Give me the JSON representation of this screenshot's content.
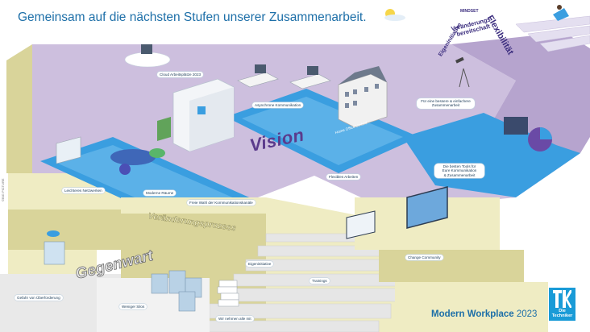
{
  "title": "Gemeinsam auf die nächsten Stufen unserer Zusammenarbeit.",
  "big_labels": {
    "vision": "Vision",
    "gegenwart": "Gegenwart",
    "prozess": "Veränderungsprozess"
  },
  "mindset": {
    "eigeninitiative": "Eigeninitiative",
    "mindset": "MINDSET",
    "bereitschaft_1": "Veränderungs-",
    "bereitschaft_2": "bereitschaft",
    "flexibilitaet": "Flexibilität"
  },
  "labels": {
    "cloud": "Cloud Arbeitsplätze 2023",
    "asynchron": "Asynchrone Kommunikation",
    "home_office": "Home Office Umfeld",
    "bessere_1": "Für eine bessere & einfachere",
    "bessere_2": "Zusammenarbeit",
    "netzwerken": "Leichteres Netzwerken",
    "raeume": "Moderne Räume",
    "kanaele": "Freie Wahl der Kommunikationskanäle",
    "flexibel": "Flexibles Arbeiten",
    "tools_1": "Die besten Tools für",
    "tools_2": "Eure Kommunikation",
    "tools_3": "& Zusammenarbeit",
    "eigeninitiative": "Eigeninitiative",
    "trainings": "Trainings",
    "change": "Change Community",
    "ueberforderung": "Gefahr von Überforderung",
    "silos": "Weniger Silos",
    "wir_alle": "Wir nehmen alle mit"
  },
  "footer": {
    "bold": "Modern Workplace",
    "year": "2023"
  },
  "logo": {
    "line1": "Die",
    "line2": "Techniker"
  },
  "copyright": "©BIG PICTURE",
  "colors": {
    "title_blue": "#1d6fa8",
    "lavender": "#cdbfde",
    "lavender_dark": "#b6a4ce",
    "pool_blue": "#3a9ee0",
    "pool_blue_light": "#7cc3ef",
    "olive_light": "#efecc3",
    "olive": "#d9d49a",
    "olive_dark": "#b9b371",
    "stair_gray": "#e6e6e6",
    "vision_purple": "#5b3b8c",
    "logo_blue": "#1a9bd7"
  }
}
